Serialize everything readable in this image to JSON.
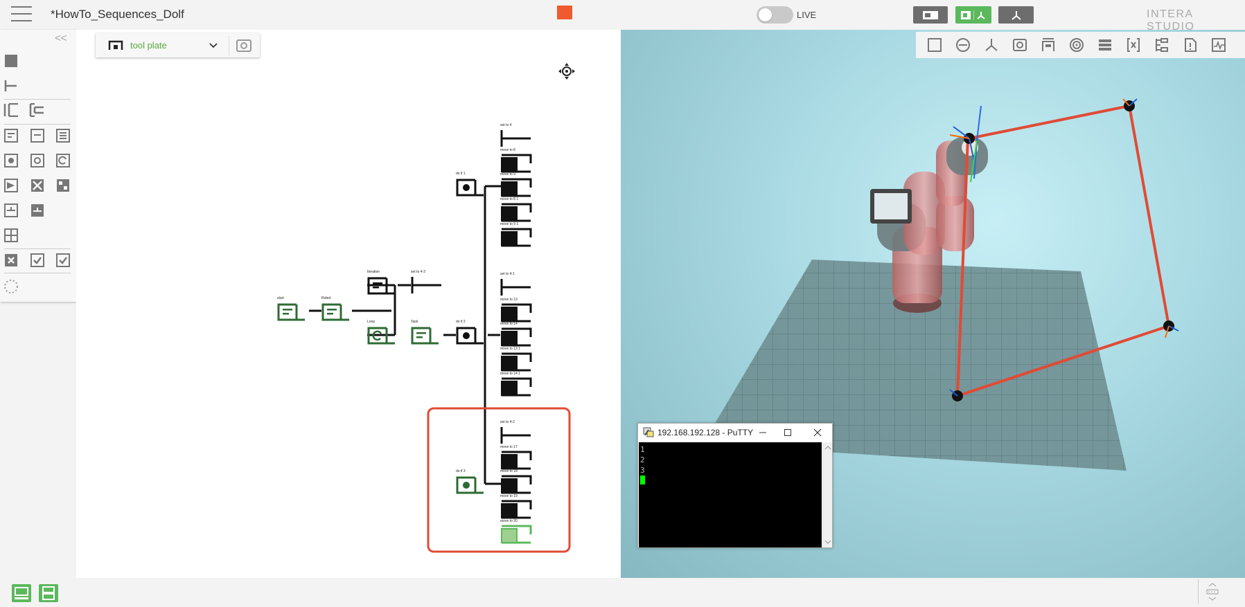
{
  "header": {
    "document_title": "*HowTo_Sequences_Dolf",
    "live_label": "LIVE",
    "brand": "INTERA STUDIO",
    "live_toggle_on": false
  },
  "toolbox": {
    "collapse_label": "<<"
  },
  "frame_selector": {
    "selected": "tool plate"
  },
  "behavior_tree": {
    "nodes": [
      {
        "label": "start"
      },
      {
        "label": "Robot"
      },
      {
        "label": "Iteration"
      },
      {
        "label": "set to 4-3"
      },
      {
        "label": "Loop"
      },
      {
        "label": "Task"
      },
      {
        "label": "do if 1"
      },
      {
        "label": "do if 2"
      },
      {
        "label": "do if 3"
      },
      {
        "label": "set to 4"
      },
      {
        "label": "move to 8"
      },
      {
        "label": "move to 9"
      },
      {
        "label": "move to 8 1"
      },
      {
        "label": "move to 9 1"
      },
      {
        "label": "set to 4-1"
      },
      {
        "label": "move to 13"
      },
      {
        "label": "move to 14"
      },
      {
        "label": "move to 13 1"
      },
      {
        "label": "move to 14 1"
      },
      {
        "label": "set to 4-2"
      },
      {
        "label": "move to 17"
      },
      {
        "label": "move to 18"
      },
      {
        "label": "move to 19"
      },
      {
        "label": "move to 20"
      }
    ]
  },
  "putty": {
    "title": "192.168.192.128 - PuTTY",
    "lines": [
      "1",
      "2",
      "3"
    ]
  },
  "colors": {
    "accent_green": "#2e6b34",
    "active_green": "#5cb85c",
    "highlight_red": "#e04b35",
    "record_orange": "#ef5a2f"
  }
}
